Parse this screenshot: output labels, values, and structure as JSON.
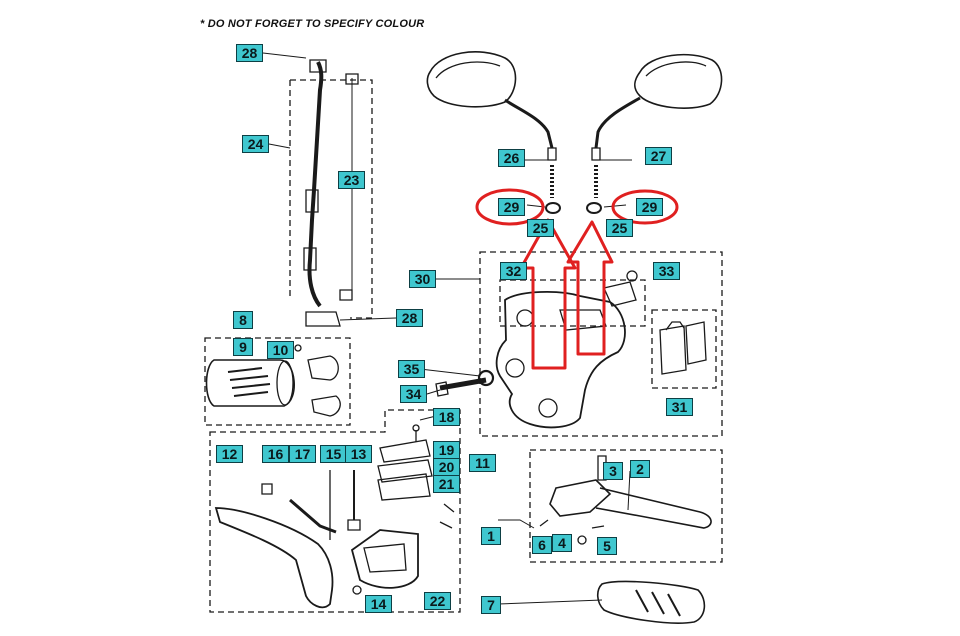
{
  "note": "* DO NOT FORGET TO SPECIFY COLOUR",
  "colors": {
    "label_fill": "#3fc7cf",
    "highlight": "#e02020",
    "line": "#1a1a1a"
  },
  "labels": {
    "p28a": "28",
    "p24": "24",
    "p23": "23",
    "p28b": "28",
    "p8": "8",
    "p9": "9",
    "p10": "10",
    "p26": "26",
    "p27": "27",
    "p29a": "29",
    "p29b": "29",
    "p25a": "25",
    "p25b": "25",
    "p30": "30",
    "p32": "32",
    "p33": "33",
    "p31": "31",
    "p35": "35",
    "p34": "34",
    "p18": "18",
    "p19": "19",
    "p20": "20",
    "p21": "21",
    "p11": "11",
    "p12": "12",
    "p16": "16",
    "p17": "17",
    "p15": "15",
    "p13": "13",
    "p14": "14",
    "p22": "22",
    "p3": "3",
    "p2": "2",
    "p1": "1",
    "p6": "6",
    "p4": "4",
    "p5": "5",
    "p7": "7"
  }
}
